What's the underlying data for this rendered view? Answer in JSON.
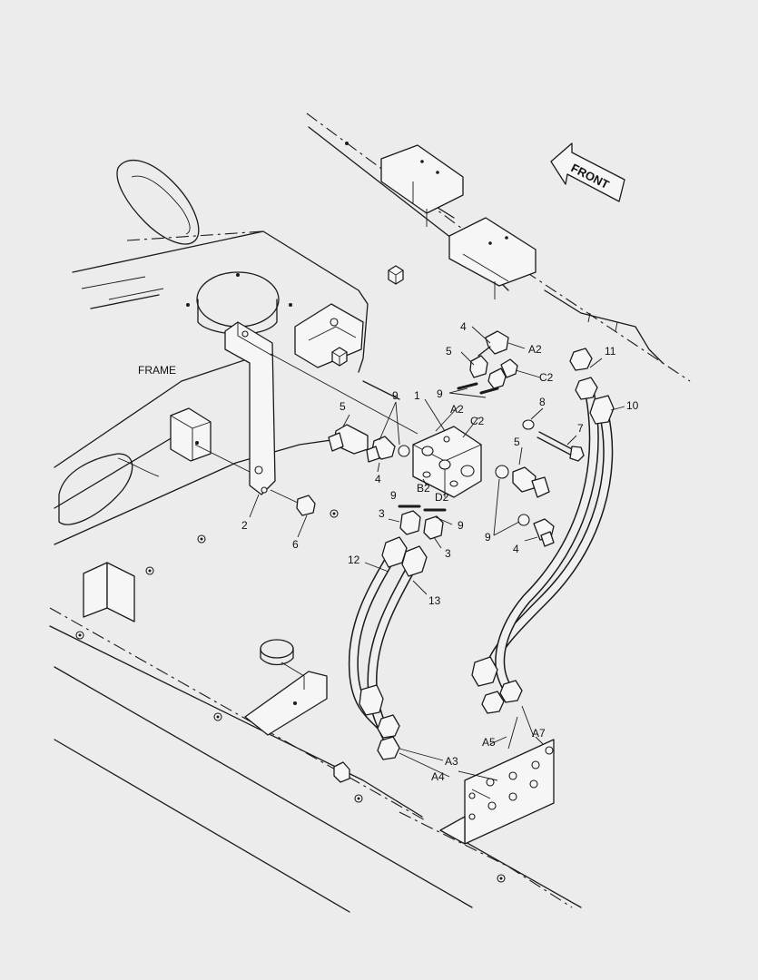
{
  "labels": {
    "frame": "FRAME",
    "front": "FRONT",
    "part_1": "1",
    "part_2": "2",
    "part_3a": "3",
    "part_3b": "3",
    "part_4a": "4",
    "part_4b": "4",
    "part_4c": "4",
    "part_5a": "5",
    "part_5b": "5",
    "part_5c": "5",
    "part_6": "6",
    "part_7": "7",
    "part_8": "8",
    "part_9a": "9",
    "part_9b": "9",
    "part_9c": "9",
    "part_9d": "9",
    "part_9e": "9",
    "part_10": "10",
    "part_11": "11",
    "part_12": "12",
    "part_13": "13",
    "port_a2_top": "A2",
    "port_c2_top": "C2",
    "port_a2_block": "A2",
    "port_c2_block": "C2",
    "port_b2": "B2",
    "port_d2": "D2",
    "port_a3": "A3",
    "port_a4": "A4",
    "port_a5": "A5",
    "port_a7": "A7"
  },
  "colors": {
    "background": "#ececec",
    "line": "#1a1a1a",
    "part_fill": "#f6f6f6"
  },
  "icons": {
    "front_arrow": "arrow-left-icon"
  }
}
